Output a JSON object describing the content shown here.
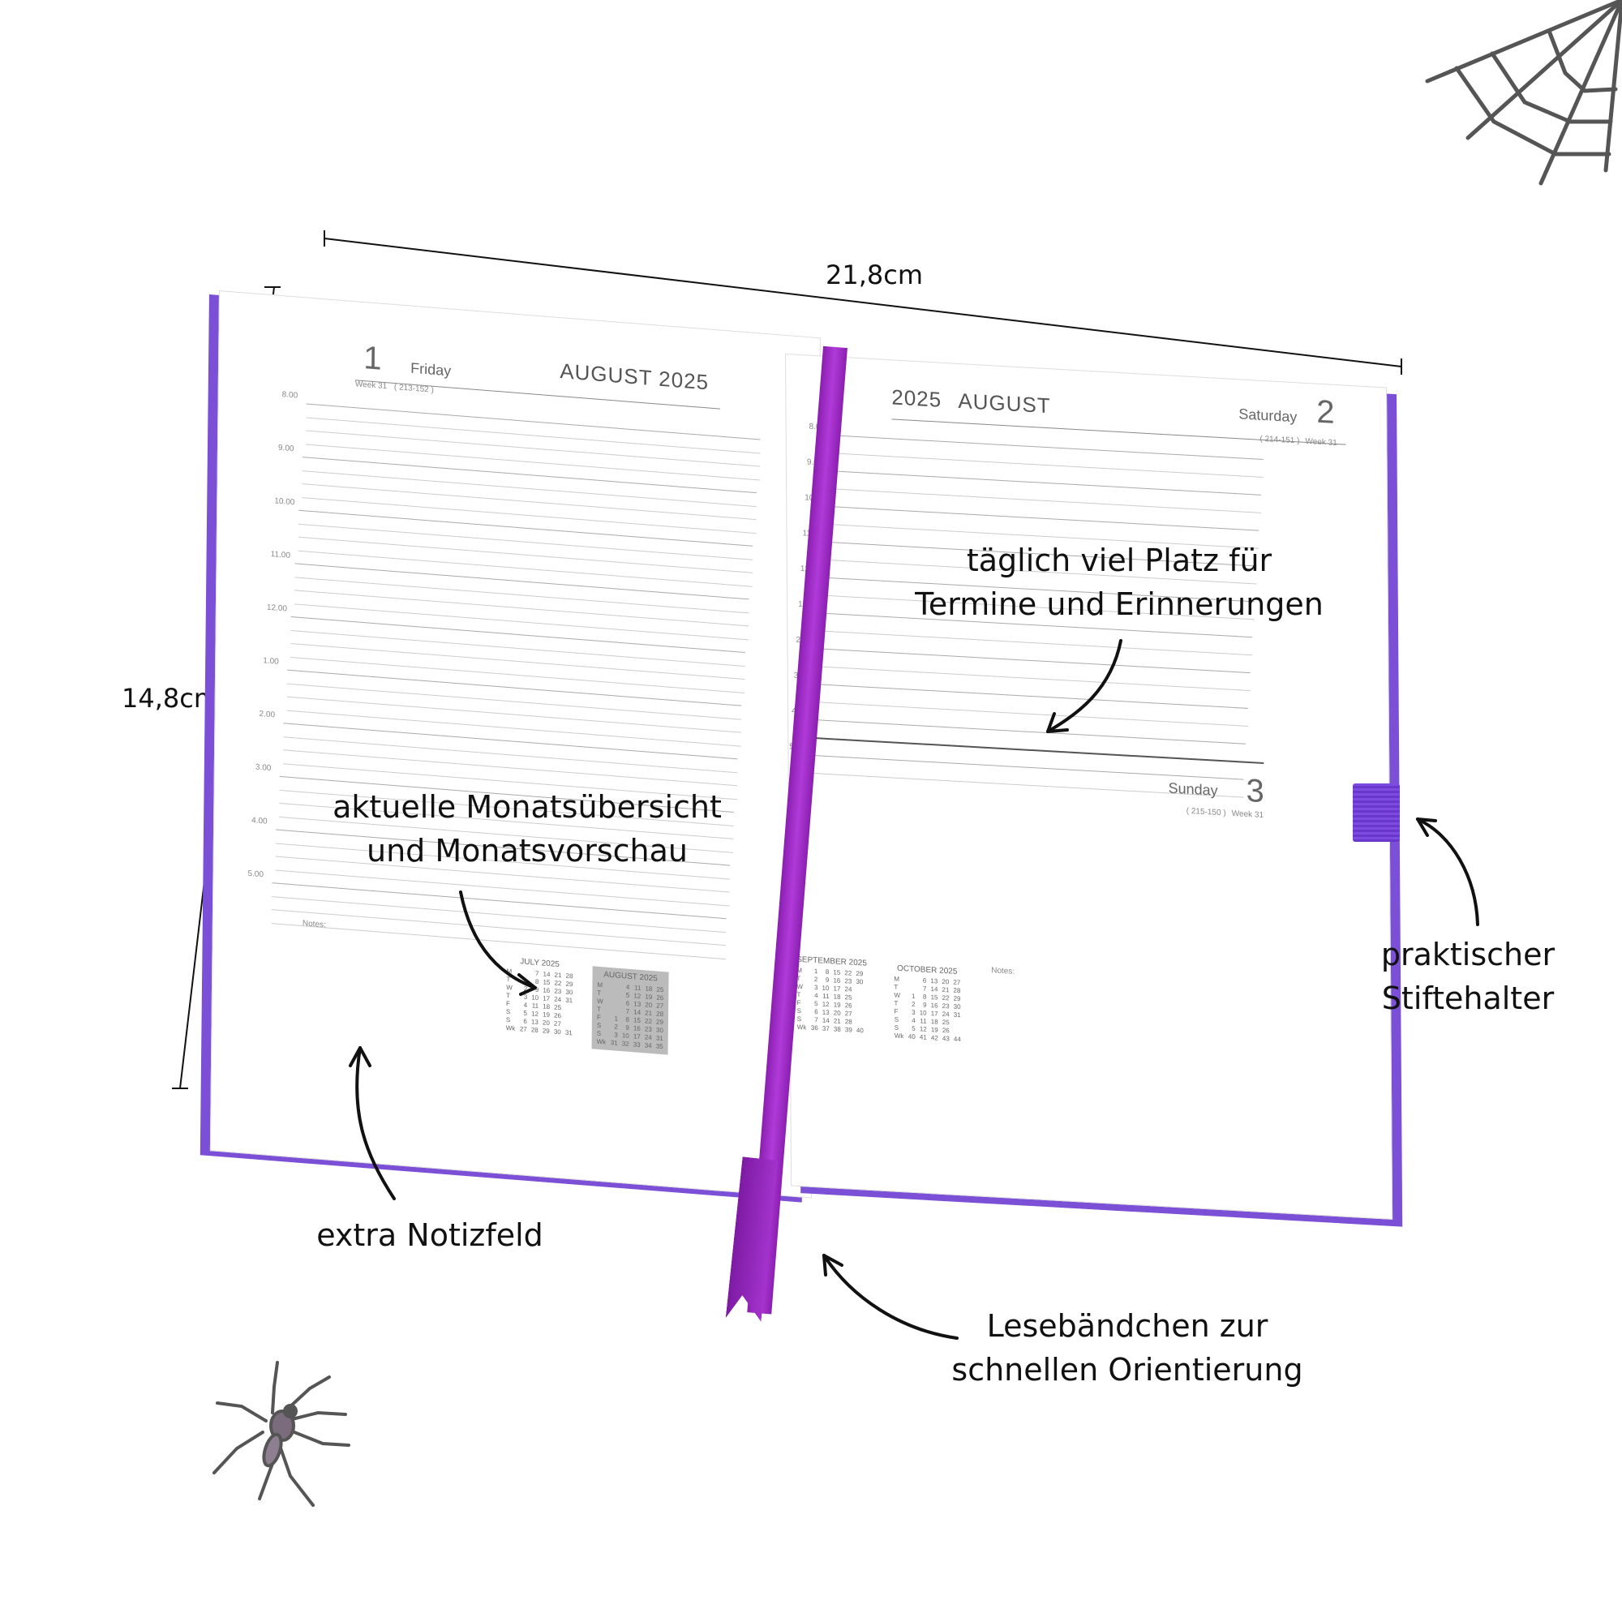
{
  "dimensions": {
    "width_label": "21,8cm",
    "height_label": "14,8cm"
  },
  "left_page": {
    "day_number": "1",
    "day_name": "Friday",
    "week": "Week 31",
    "day_count": "( 213-152 )",
    "month": "AUGUST",
    "year": "2025",
    "hours": [
      "8.00",
      "9.00",
      "10.00",
      "11.00",
      "12.00",
      "1.00",
      "2.00",
      "3.00",
      "4.00",
      "5.00"
    ],
    "notes_label": "Notes:",
    "cal_july": {
      "title": "JULY 2025",
      "day_letters": [
        "M",
        "T",
        "W",
        "T",
        "F",
        "S",
        "S"
      ],
      "rows": [
        [
          "",
          "7",
          "14",
          "21",
          "28"
        ],
        [
          "1",
          "8",
          "15",
          "22",
          "29"
        ],
        [
          "2",
          "9",
          "16",
          "23",
          "30"
        ],
        [
          "3",
          "10",
          "17",
          "24",
          "31"
        ],
        [
          "4",
          "11",
          "18",
          "25",
          ""
        ],
        [
          "5",
          "12",
          "19",
          "26",
          ""
        ],
        [
          "6",
          "13",
          "20",
          "27",
          ""
        ]
      ],
      "wk_label": "Wk",
      "weeks": [
        "27",
        "28",
        "29",
        "30",
        "31"
      ]
    },
    "cal_august": {
      "title": "AUGUST 2025",
      "day_letters": [
        "M",
        "T",
        "W",
        "T",
        "F",
        "S",
        "S"
      ],
      "rows": [
        [
          "",
          "4",
          "11",
          "18",
          "25"
        ],
        [
          "",
          "5",
          "12",
          "19",
          "26"
        ],
        [
          "",
          "6",
          "13",
          "20",
          "27"
        ],
        [
          "",
          "7",
          "14",
          "21",
          "28"
        ],
        [
          "1",
          "8",
          "15",
          "22",
          "29"
        ],
        [
          "2",
          "9",
          "16",
          "23",
          "30"
        ],
        [
          "3",
          "10",
          "17",
          "24",
          "31"
        ]
      ],
      "wk_label": "Wk",
      "weeks": [
        "31",
        "32",
        "33",
        "34",
        "35"
      ]
    }
  },
  "right_page": {
    "year": "2025",
    "month": "AUGUST",
    "day1": {
      "day_number": "2",
      "day_name": "Saturday",
      "day_count": "( 214-151 )",
      "week": "Week 31"
    },
    "hours": [
      "8.00",
      "9.00",
      "10.00",
      "11.00",
      "12.00",
      "1.00",
      "2.00",
      "3.00",
      "4.00",
      "5.00"
    ],
    "day2": {
      "day_number": "3",
      "day_name": "Sunday",
      "day_count": "( 215-150 )",
      "week": "Week 31"
    },
    "notes_label": "Notes:",
    "cal_september": {
      "title": "SEPTEMBER 2025",
      "day_letters": [
        "M",
        "T",
        "W",
        "T",
        "F",
        "S",
        "S"
      ],
      "rows": [
        [
          "1",
          "8",
          "15",
          "22",
          "29"
        ],
        [
          "2",
          "9",
          "16",
          "23",
          "30"
        ],
        [
          "3",
          "10",
          "17",
          "24",
          ""
        ],
        [
          "4",
          "11",
          "18",
          "25",
          ""
        ],
        [
          "5",
          "12",
          "19",
          "26",
          ""
        ],
        [
          "6",
          "13",
          "20",
          "27",
          ""
        ],
        [
          "7",
          "14",
          "21",
          "28",
          ""
        ]
      ],
      "wk_label": "Wk",
      "weeks": [
        "36",
        "37",
        "38",
        "39",
        "40"
      ]
    },
    "cal_october": {
      "title": "OCTOBER 2025",
      "day_letters": [
        "M",
        "T",
        "W",
        "T",
        "F",
        "S",
        "S"
      ],
      "rows": [
        [
          "",
          "6",
          "13",
          "20",
          "27"
        ],
        [
          "",
          "7",
          "14",
          "21",
          "28"
        ],
        [
          "1",
          "8",
          "15",
          "22",
          "29"
        ],
        [
          "2",
          "9",
          "16",
          "23",
          "30"
        ],
        [
          "3",
          "10",
          "17",
          "24",
          "31"
        ],
        [
          "4",
          "11",
          "18",
          "25",
          ""
        ],
        [
          "5",
          "12",
          "19",
          "26",
          ""
        ]
      ],
      "wk_label": "Wk",
      "weeks": [
        "40",
        "41",
        "42",
        "43",
        "44"
      ]
    }
  },
  "annotations": {
    "daily_space": [
      "täglich viel Platz für",
      "Termine und Erinnerungen"
    ],
    "month_overview": [
      "aktuelle Monatsübersicht",
      "und Monatsvorschau"
    ],
    "pen_holder": [
      "praktischer",
      "Stiftehalter"
    ],
    "notes_field": "extra Notizfeld",
    "ribbon": [
      "Lesebändchen zur",
      "schnellen Orientierung"
    ]
  },
  "colors": {
    "cover": "#7b4fd6",
    "ribbon": "#a233cc",
    "ink": "#111111"
  },
  "decorations": [
    "spider-web-icon",
    "spider-icon"
  ]
}
